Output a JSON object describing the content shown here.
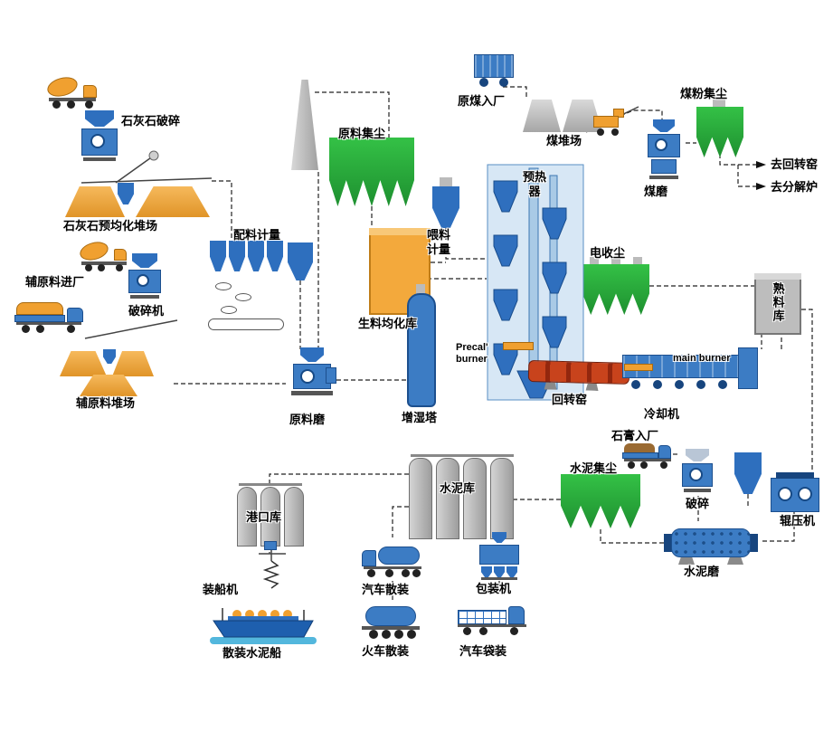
{
  "colors": {
    "equipment_blue": "#3c7cc4",
    "dust_green": "#28b03a",
    "material_orange": "#f0a030",
    "silo_gray": "#bdbdbd",
    "kiln_red": "#c8431c",
    "water_blue": "#53b7dd"
  },
  "labels": {
    "limestone_crushing": "石灰石破碎",
    "limestone_yard": "石灰石预均化堆场",
    "aux_material_in": "辅原料进厂",
    "crusher_machine": "破碎机",
    "aux_material_yard": "辅原料堆场",
    "batching_metering": "配料计量",
    "raw_material_dust": "原料集尘",
    "raw_meal_silo": "生料均化库",
    "feed_metering": "喂料\n计量",
    "preheater": "预热器",
    "raw_coal_in": "原煤入厂",
    "coal_yard": "煤堆场",
    "coal_dust": "煤粉集尘",
    "coal_mill": "煤磨",
    "to_rotary_kiln": "去回转窑",
    "to_calciner": "去分解炉",
    "esp": "电收尘",
    "clinker_silo": "熟料库",
    "precal_burner": "Precal'\nburner",
    "main_burner": "main burner",
    "rotary_kiln": "回转窑",
    "cooler": "冷却机",
    "raw_mill": "原料磨",
    "humidifying_tower": "增湿塔",
    "gypsum_in": "石膏入厂",
    "cement_dust": "水泥集尘",
    "crushing": "破碎",
    "roller_press": "辊压机",
    "cement_mill": "水泥磨",
    "cement_silo": "水泥库",
    "port_silo": "港口库",
    "ship_loader": "装船机",
    "bulk_cement_ship": "散装水泥船",
    "truck_bulk": "汽车散装",
    "train_bulk": "火车散装",
    "packing_machine": "包装机",
    "truck_bagged": "汽车袋装"
  }
}
